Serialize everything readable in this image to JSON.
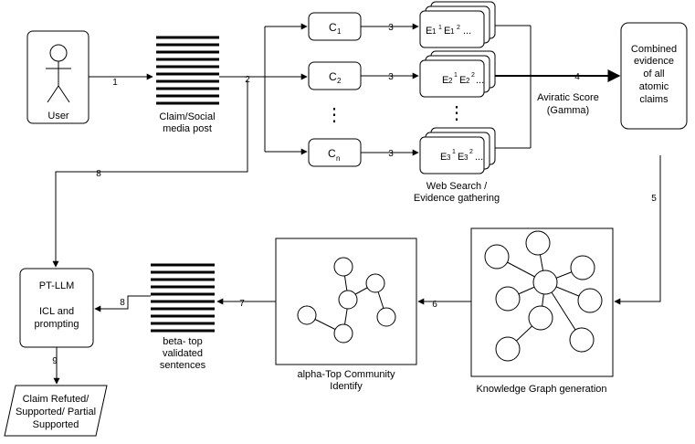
{
  "user": {
    "label": "User"
  },
  "claim_post": {
    "label_lines": [
      "Claim/Social",
      "media post"
    ]
  },
  "claims": [
    {
      "base": "C",
      "sub": "1"
    },
    {
      "base": "C",
      "sub": "2"
    },
    {
      "base": "C",
      "sub": "n"
    }
  ],
  "evidence": [
    {
      "a": "E",
      "a_sub": "1",
      "a_sup": "1",
      "b": "E",
      "b_sub": "1",
      "b_sup": "2",
      "tail": "..."
    },
    {
      "a": "E",
      "a_sub": "2",
      "a_sup": "1",
      "b": "E",
      "b_sub": "2",
      "b_sup": "2",
      "tail": "..."
    },
    {
      "a": "E",
      "a_sub": "3",
      "a_sup": "1",
      "b": "E",
      "b_sub": "3",
      "b_sup": "2",
      "tail": "..."
    }
  ],
  "web_search": {
    "label_lines": [
      "Web Search /",
      "Evidence gathering"
    ]
  },
  "aviratic": {
    "label_lines": [
      "Aviratic Score",
      "(Gamma)"
    ]
  },
  "combined": {
    "label_lines": [
      "Combined",
      "evidence",
      "of all",
      "atomic",
      "claims"
    ]
  },
  "kg": {
    "label": "Knowledge Graph generation"
  },
  "community": {
    "label_lines": [
      "alpha-Top Community",
      "Identify"
    ]
  },
  "beta": {
    "label_lines": [
      "beta- top",
      "validated",
      "sentences"
    ]
  },
  "llm": {
    "label_lines": [
      "PT-LLM",
      "",
      "ICL and",
      "prompting"
    ]
  },
  "result": {
    "label_lines": [
      "Claim Refuted/",
      "Supported/ Partial",
      "Supported"
    ]
  },
  "ellipsis": "⋮",
  "edges": {
    "e1": "1",
    "e2": "2",
    "e3a": "3",
    "e3b": "3",
    "e3c": "3",
    "e4": "4",
    "e5": "5",
    "e6": "6",
    "e7": "7",
    "e8a": "8",
    "e8b": "8",
    "e9": "9"
  }
}
